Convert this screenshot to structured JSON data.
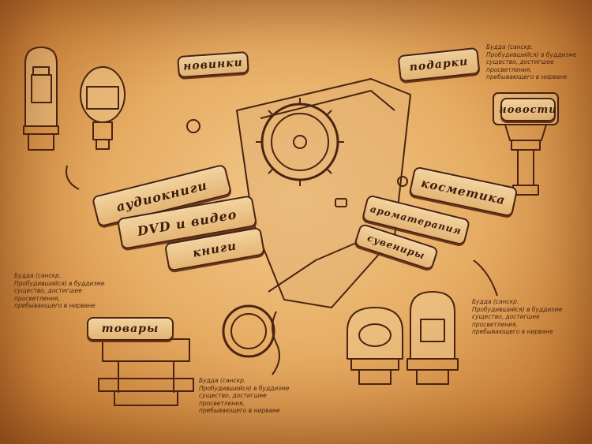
{
  "menu": {
    "novinki": "новинки",
    "podarki": "подарки",
    "audioknigi": "аудиокниги",
    "dvd_video": "DVD и видео",
    "knigi": "книги",
    "novosti": "новости",
    "kosmetika": "косметика",
    "aromaterapiya": "ароматерапия",
    "suveniry": "сувениры",
    "tovary": "товары"
  },
  "notes": {
    "top_right": "Будда (санскр. Пробудившийся) в буддизме существо, достигшее просветления, пребывающего в нирване",
    "left": "Будда (санскр. Пробудившийся) в буддизме существо, достигшее просветления, пребывающего в нирване",
    "right": "Будда (санскр. Пробудившийся) в буддизме существо, достигшее просветления, пребывающего в нирване",
    "bottom_center": "Будда (санскр. Пробудившийся) в буддизме существо, достигшее просветления, пребывающего в нирване"
  },
  "colors": {
    "ink": "#4a2412",
    "parchment_light": "#f3c98a",
    "parchment_dark": "#a85f25"
  },
  "icons": [
    "chair-jar-icon",
    "cash-register-bulb-icon",
    "column-pedestal-icon",
    "ring-icon",
    "telephone-jar-icon",
    "gift-jar-icon",
    "gear-icon"
  ]
}
